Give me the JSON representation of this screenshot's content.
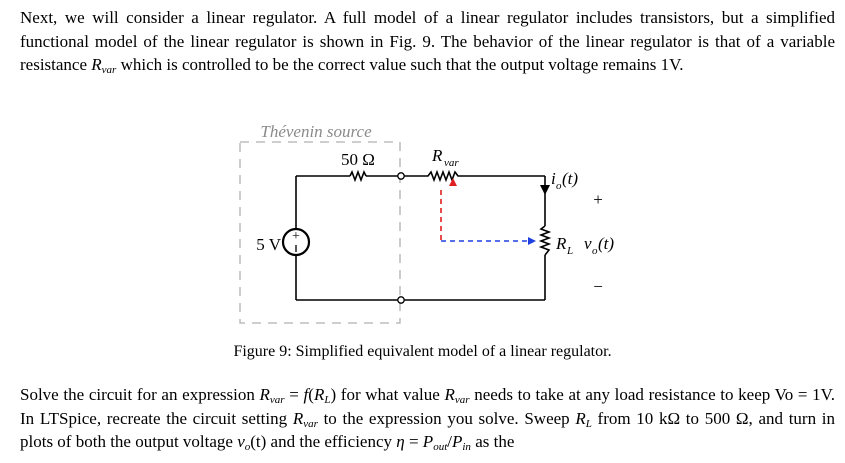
{
  "paragraph1": {
    "part1": "Next, we will consider a linear regulator.  A full model of a linear regulator includes transistors, but a simplified functional model of the linear regulator is shown in Fig. 9.  The behavior of the linear regulator is that of a variable resistance ",
    "rvar_R": "R",
    "rvar_sub": "var",
    "part2": " which is controlled to be the correct value such that the output voltage remains 1V."
  },
  "figure": {
    "thevenin_label": "Thévenin source",
    "resistor_label": "50 Ω",
    "rvar_R": "R",
    "rvar_sub": "var",
    "source_label": "5 V",
    "source_plus": "+",
    "current_i": "i",
    "current_sub": "o",
    "current_arg": "(t)",
    "load_R": "R",
    "load_sub": "L",
    "voltage_v": "v",
    "voltage_sub": "o",
    "voltage_arg": "(t)",
    "plus_sign": "+",
    "minus_sign": "−"
  },
  "caption": "Figure 9: Simplified equivalent model of a linear regulator.",
  "paragraph2": {
    "t1": "Solve the circuit for an expression ",
    "t2": "R",
    "t3": "var",
    "t4": " = ",
    "t5": "f",
    "t6": "(",
    "t7": "R",
    "t8": "L",
    "t9": ") for what value ",
    "t10": "R",
    "t11": "var",
    "t12": " needs to take at any load resistance to keep Vo = 1V.  In LTSpice, recreate the circuit setting ",
    "t13": "R",
    "t14": "var",
    "t15": " to the expression you solve.  Sweep ",
    "t16": "R",
    "t17": "L",
    "t18": " from 10 kΩ to 500 Ω, and turn in plots of both the output voltage ",
    "t19": "v",
    "t20": "o",
    "t21": "(t) and the efficiency ",
    "t22": "η",
    "t23": " = ",
    "t24": "P",
    "t25": "out",
    "t26": "/",
    "t27": "P",
    "t28": "in",
    "t29": " as the"
  }
}
